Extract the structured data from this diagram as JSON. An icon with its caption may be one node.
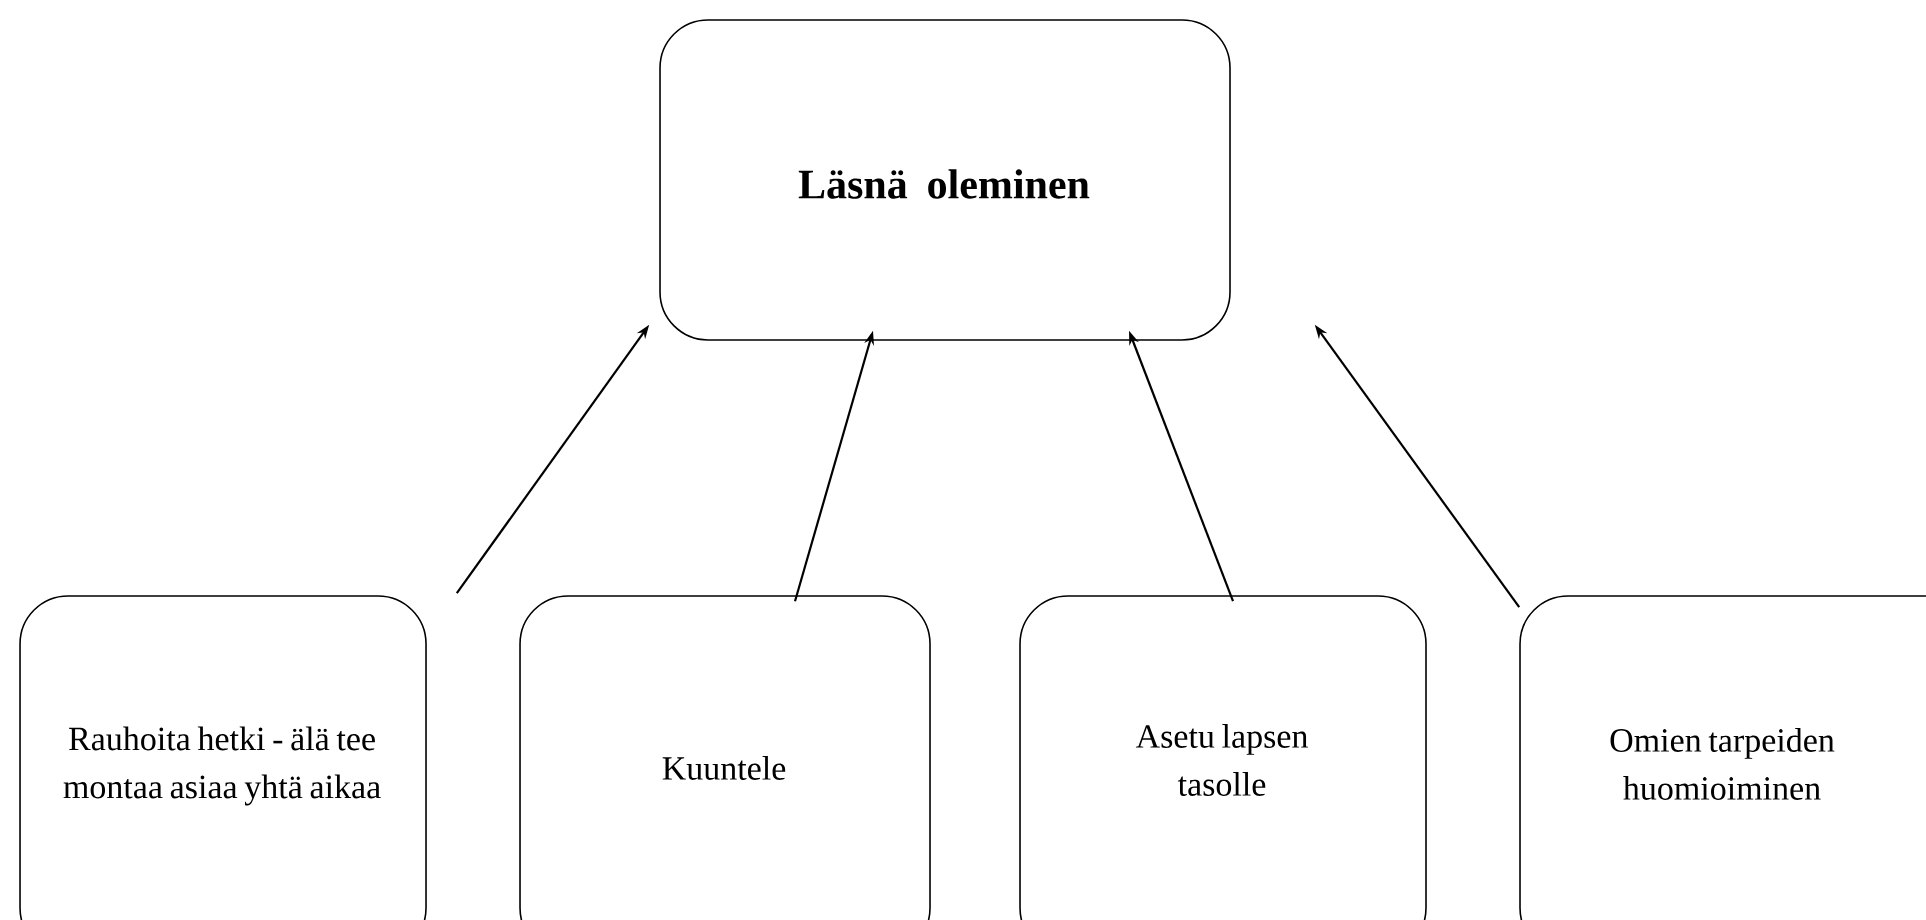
{
  "diagram": {
    "nodes": [
      {
        "text": [
          "Läsnä oleminen"
        ]
      },
      {
        "text": [
          "Rauhoita hetki - älä tee montaa asiaa yhtä aikaa"
        ]
      },
      {
        "text": [
          "Kuuntele"
        ]
      },
      {
        "text": [
          "Asetu lapsen tasolle"
        ]
      },
      {
        "text": [
          "Omien tarpeiden huomioiminen"
        ]
      }
    ],
    "edges": [
      {
        "from": 1,
        "to": 0,
        "arrow": "to"
      },
      {
        "from": 2,
        "to": 0,
        "arrow": "to"
      },
      {
        "from": 3,
        "to": 0,
        "arrow": "to"
      },
      {
        "from": 4,
        "to": 0,
        "arrow": "to"
      }
    ]
  }
}
